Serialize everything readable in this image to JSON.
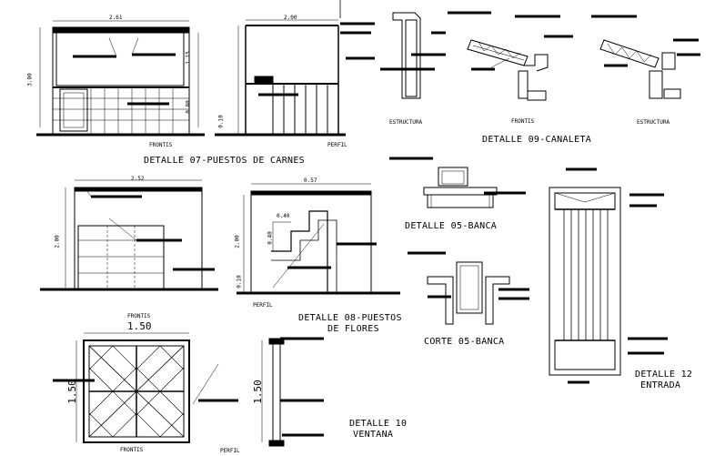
{
  "drawing": {
    "detail07": {
      "title": "DETALLE 07-PUESTOS DE CARNES",
      "view_front": "FRONTIS",
      "view_side": "PERFIL",
      "dims": {
        "front_width": "2.61",
        "side_width": "2.00",
        "height_total": "3.00",
        "upper": "1.15",
        "lower": "0.80",
        "base": "0.10"
      }
    },
    "detail09": {
      "title": "DETALLE 09-CANALETA",
      "views": [
        "ESTRUCTURA",
        "FRONTIS",
        "ESTRUCTURA"
      ]
    },
    "detail05": {
      "title": "DETALLE 05-BANCA",
      "section_title": "CORTE 05-BANCA"
    },
    "detail08": {
      "title_line1": "DETALLE 08-PUESTOS",
      "title_line2": "DE FLORES",
      "view_front": "FRONTIS",
      "view_side": "PERFIL",
      "dims": {
        "front_width": "2.52",
        "side_width": "0.57",
        "height": "2.00",
        "step": "0.40",
        "base": "0.10"
      }
    },
    "detail10": {
      "title_line1": "DETALLE 10",
      "title_line2": "VENTANA",
      "view_front": "FRONTIS",
      "view_side": "PERFIL",
      "dims": {
        "width": "1.50",
        "height": "1.50"
      }
    },
    "detail12": {
      "title_line1": "DETALLE 12",
      "title_line2": "ENTRADA"
    }
  }
}
